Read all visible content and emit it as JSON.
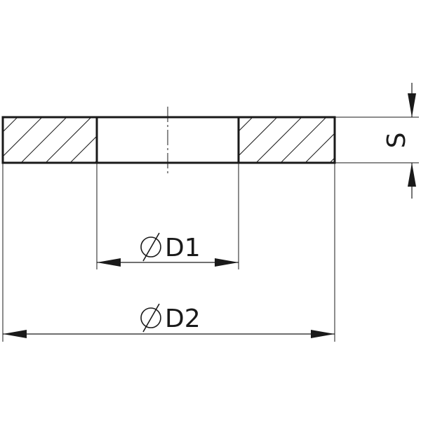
{
  "drawing": {
    "inner_diameter_label": "D1",
    "outer_diameter_label": "D2",
    "thickness_label": "S",
    "diameter_symbol": "⌀"
  },
  "colors": {
    "line": "#1a1a1a",
    "background": "#ffffff"
  }
}
